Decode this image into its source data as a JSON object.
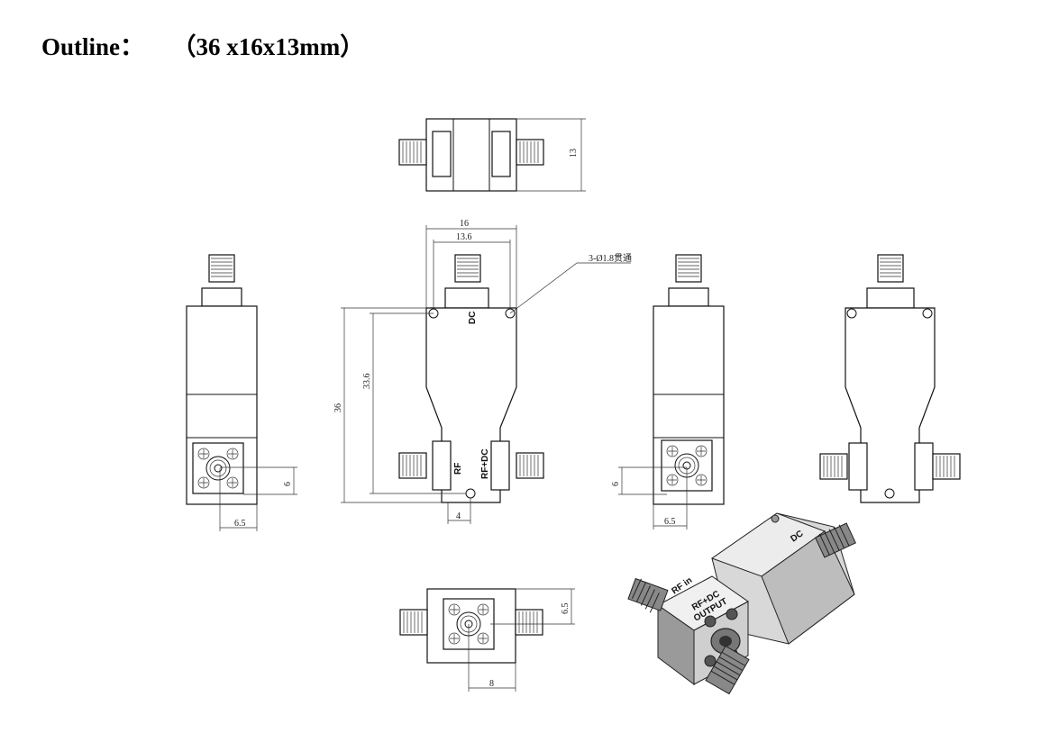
{
  "header": {
    "label": "Outline：",
    "dimensions": "（36 x16x13mm）"
  },
  "dims": {
    "top_height": "13",
    "width_outer": "16",
    "width_inner": "13.6",
    "hole_note": "3-Ø1.8贯通",
    "height_total": "36",
    "height_holes": "33.6",
    "offset_4": "4",
    "left_6": "6",
    "left_6_5": "6.5",
    "mid_6": "6",
    "mid_6_5": "6.5",
    "bottom_6_5": "6.5",
    "bottom_8": "8"
  },
  "markings": {
    "dc": "DC",
    "rf": "RF",
    "rf_dc": "RF+DC",
    "iso_rfin": "RF in",
    "iso_rfdc": "RF+DC",
    "iso_output": "OUTPUT",
    "iso_dc": "DC"
  }
}
